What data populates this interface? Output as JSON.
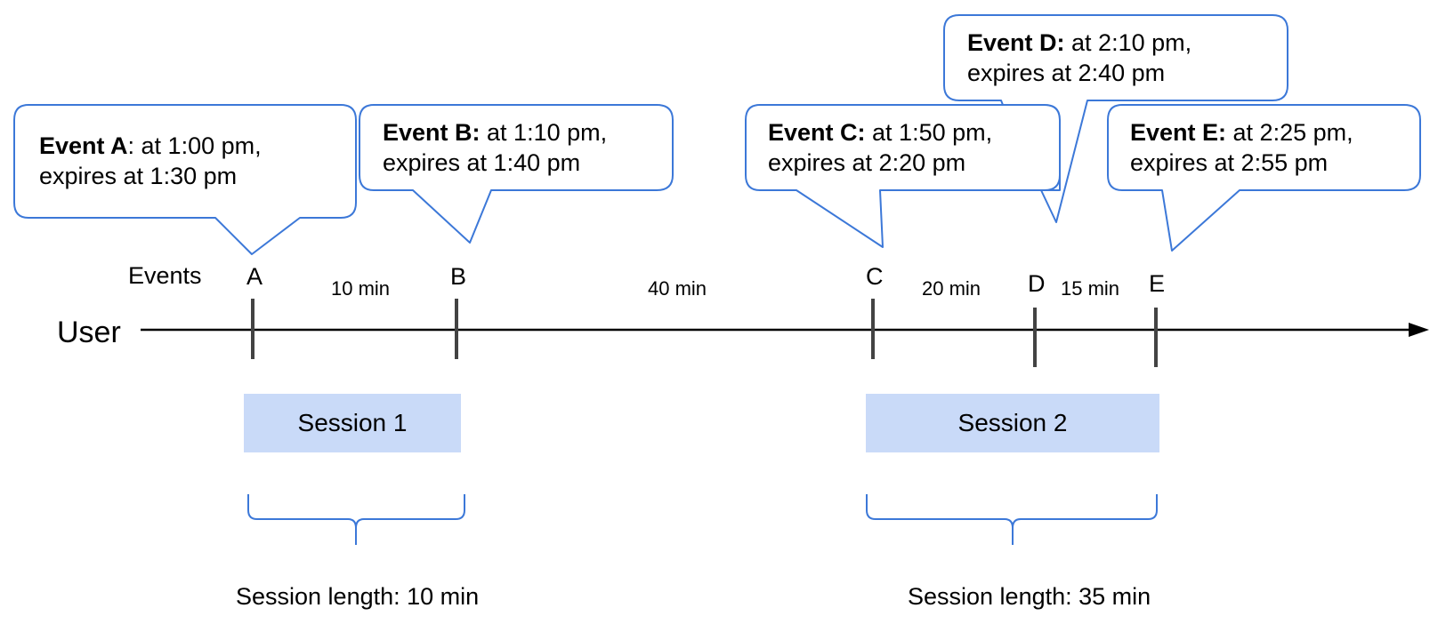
{
  "diagram": {
    "axis_label": "User",
    "row_label": "Events",
    "colors": {
      "outline": "#3c78d8",
      "session_fill": "#c9daf8",
      "axis": "#000000",
      "tick": "#434343"
    },
    "events": [
      {
        "letter": "A",
        "name": "Event A",
        "detail_1": ": at 1:00 pm,",
        "detail_2": "expires at 1:30 pm"
      },
      {
        "letter": "B",
        "name": "Event B:",
        "detail_1": " at 1:10 pm,",
        "detail_2": "expires at 1:40 pm"
      },
      {
        "letter": "C",
        "name": "Event C:",
        "detail_1": " at 1:50 pm,",
        "detail_2": "expires at 2:20 pm"
      },
      {
        "letter": "D",
        "name": "Event D:",
        "detail_1": " at 2:10 pm,",
        "detail_2": "expires at 2:40 pm"
      },
      {
        "letter": "E",
        "name": "Event E:",
        "detail_1": " at 2:25 pm,",
        "detail_2": "expires at 2:55 pm"
      }
    ],
    "intervals": [
      "10 min",
      "40 min",
      "20 min",
      "15 min"
    ],
    "sessions": [
      {
        "label": "Session 1",
        "length": "Session length: 10 min"
      },
      {
        "label": "Session 2",
        "length": "Session length: 35 min"
      }
    ]
  }
}
